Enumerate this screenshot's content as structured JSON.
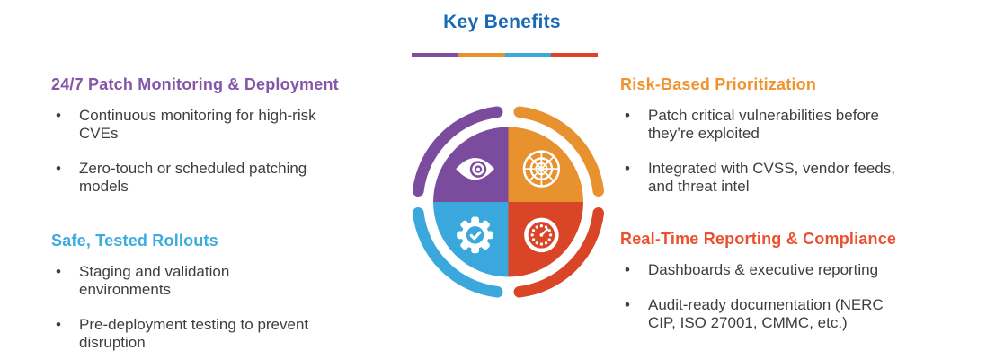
{
  "title": {
    "text": "Key Benefits",
    "color": "#1a69b4"
  },
  "divider": {
    "colors": [
      "#7c4da0",
      "#e9922d",
      "#3aa9dc",
      "#df4327"
    ]
  },
  "sections": [
    {
      "heading": "24/7 Patch Monitoring & Deployment",
      "color": "#8455a8",
      "bullets": [
        "Continuous monitoring for high-risk\nCVEs",
        "Zero-touch or scheduled patching\nmodels"
      ]
    },
    {
      "heading": "Safe, Tested Rollouts",
      "color": "#3dabe2",
      "bullets": [
        "Staging and validation\nenvironments",
        "Pre-deployment testing to prevent\ndisruption"
      ]
    },
    {
      "heading": "Risk-Based Prioritization",
      "color": "#f0932e",
      "bullets": [
        "Patch critical vulnerabilities before\nthey’re exploited",
        "Integrated with CVSS, vendor feeds,\nand threat intel"
      ]
    },
    {
      "heading": "Real-Time Reporting & Compliance",
      "color": "#ec512f",
      "bullets": [
        "Dashboards & executive reporting",
        "Audit-ready documentation (NERC\nCIP, ISO 27001, CMMC, etc.)"
      ]
    }
  ],
  "bullet_marker": "•",
  "diagram": {
    "quadrants": [
      {
        "icon": "eye-icon",
        "color": "#7b4b9d"
      },
      {
        "icon": "target-icon",
        "color": "#e8922f"
      },
      {
        "icon": "gear-check-icon",
        "color": "#3aa8dc"
      },
      {
        "icon": "gauge-icon",
        "color": "#da4427"
      }
    ]
  }
}
